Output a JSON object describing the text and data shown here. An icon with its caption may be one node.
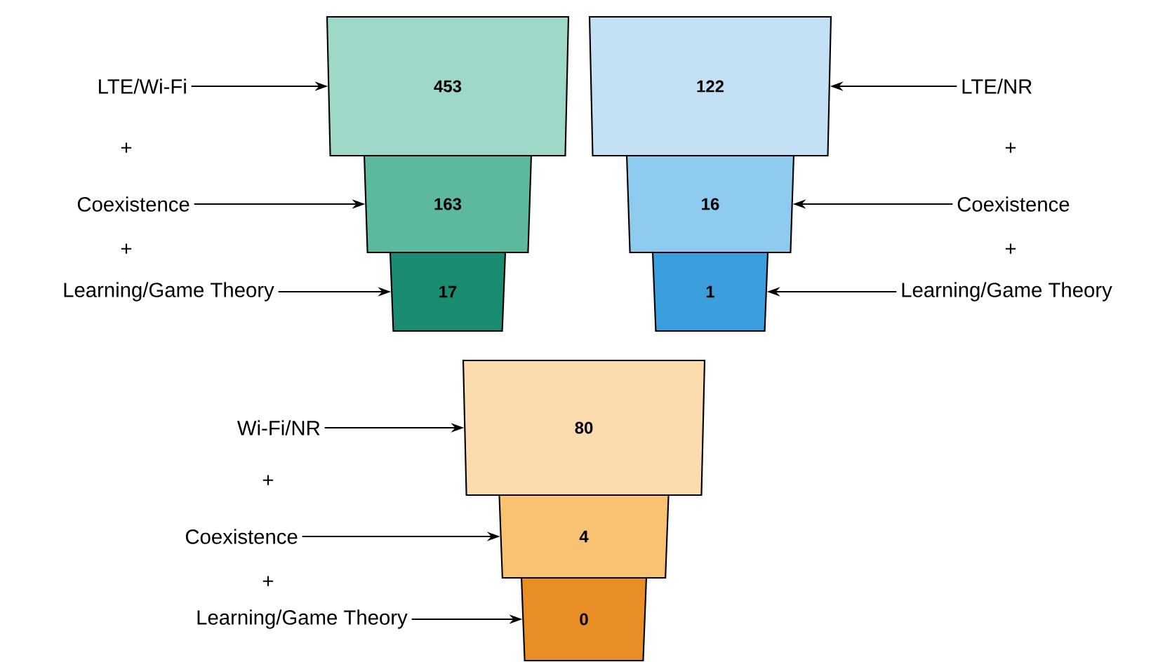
{
  "diagram": {
    "nodes": [
      {
        "text": [
          "453"
        ]
      },
      {
        "text": [
          "163"
        ]
      },
      {
        "text": [
          "17"
        ]
      },
      {
        "text": [
          "LTE/Wi-Fi"
        ]
      },
      {
        "text": [
          "Coexistence"
        ]
      },
      {
        "text": [
          "Learning/Game Theory"
        ]
      },
      {
        "text": [
          "122"
        ]
      },
      {
        "text": [
          "16"
        ]
      },
      {
        "text": [
          "1"
        ]
      },
      {
        "text": [
          "LTE/NR"
        ]
      },
      {
        "text": [
          "Coexistence"
        ]
      },
      {
        "text": [
          "Learning/Game Theory"
        ]
      },
      {
        "text": [
          "80"
        ]
      },
      {
        "text": [
          "4"
        ]
      },
      {
        "text": [
          "0"
        ]
      },
      {
        "text": [
          "Wi-Fi/NR"
        ]
      },
      {
        "text": [
          "Coexistence"
        ]
      },
      {
        "text": [
          "Learning/Game Theory"
        ]
      }
    ],
    "edges": [
      {
        "from": 3,
        "to": 0,
        "arrow": "to"
      },
      {
        "from": 4,
        "to": 1,
        "arrow": "to"
      },
      {
        "from": 5,
        "to": 2,
        "arrow": "to"
      },
      {
        "from": 9,
        "to": 6,
        "arrow": "to"
      },
      {
        "from": 10,
        "to": 7,
        "arrow": "to"
      },
      {
        "from": 11,
        "to": 8,
        "arrow": "to"
      },
      {
        "from": 15,
        "to": 12,
        "arrow": "to"
      },
      {
        "from": 16,
        "to": 13,
        "arrow": "to"
      },
      {
        "from": 17,
        "to": 14,
        "arrow": "to"
      }
    ],
    "labels": [
      "+",
      "+",
      "+",
      "+",
      "+",
      "+"
    ]
  }
}
